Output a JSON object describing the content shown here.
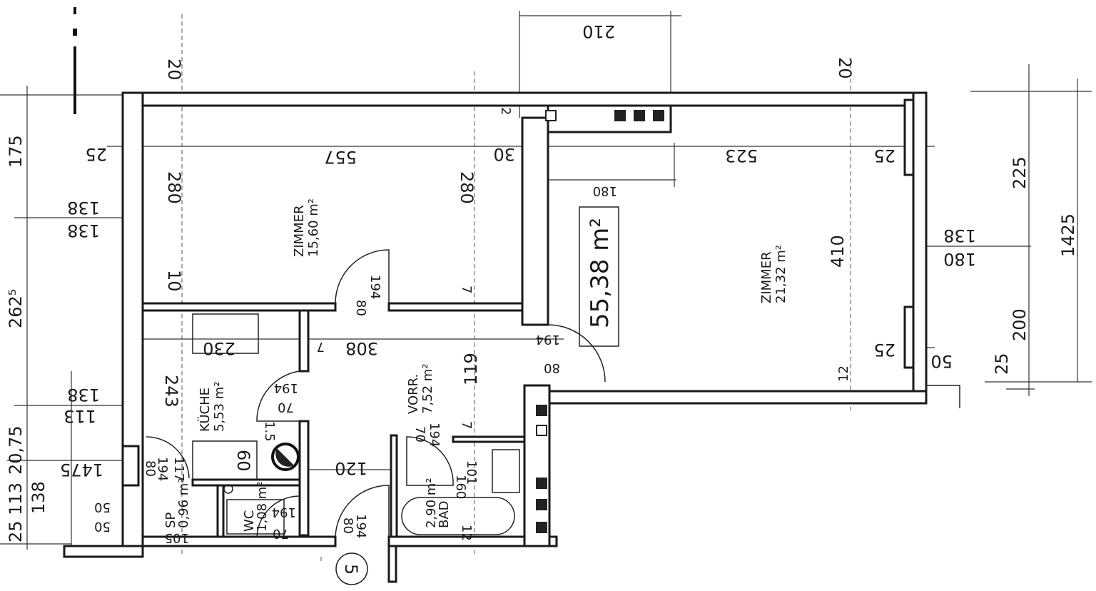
{
  "plan": {
    "total_area": "55,38 m²",
    "rooms": {
      "zimmer1": {
        "name": "ZIMMER",
        "area": "15,60 m²"
      },
      "zimmer2": {
        "name": "ZIMMER",
        "area": "21,32 m²"
      },
      "kueche": {
        "name": "KÜCHE",
        "area": "5,53 m²"
      },
      "vorraum": {
        "name": "VORR.",
        "area": "7,52 m²"
      },
      "bad": {
        "name": "BAD",
        "area": "2,90 m²"
      },
      "wc": {
        "name": "WC",
        "area": "1,08 m²"
      },
      "sp": {
        "name": "SP",
        "area": "0,96 m²"
      }
    },
    "dims": {
      "d20a": "20",
      "d20b": "20",
      "d210": "210",
      "d175": "175",
      "d2625": "262⁵",
      "d2075": "20,75",
      "d25113": "25 113",
      "d138l": "138",
      "d25l": "25",
      "d138a": "138",
      "d138b": "138",
      "d138c": "138",
      "d113": "113",
      "d1475": "1475",
      "d50a": "50",
      "d50b": "50",
      "d557": "557",
      "d280a": "280",
      "d280b": "280",
      "d10": "10",
      "d30": "30",
      "d2": "2",
      "door1_w": "80",
      "door1_h": "194",
      "d7a": "7",
      "d230": "230",
      "d243": "243",
      "d7b": "7",
      "d308": "308",
      "d119": "119",
      "door2_h": "194",
      "door2_w": "70",
      "d15": "1.5",
      "d60": "60",
      "door3_w": "80",
      "door3_h": "194",
      "door3_x": "117",
      "door4_h": "194",
      "door4_w": "70",
      "d105": "105",
      "door5_w": "80",
      "door5_h": "194",
      "entry": "5",
      "d120": "120",
      "door6_w": "70",
      "door6_h": "194",
      "d7c": "7",
      "d101": "101",
      "d160": "160",
      "d12a": "12",
      "door7_h": "194",
      "door7_w": "80",
      "d180a": "180",
      "d523": "523",
      "d25a": "25",
      "d410": "410",
      "d138r": "138",
      "d180b": "180",
      "d25b": "25",
      "d50r": "50",
      "d12b": "12",
      "d225": "225",
      "d1425": "1425",
      "d200": "200",
      "d25c": "25"
    }
  }
}
